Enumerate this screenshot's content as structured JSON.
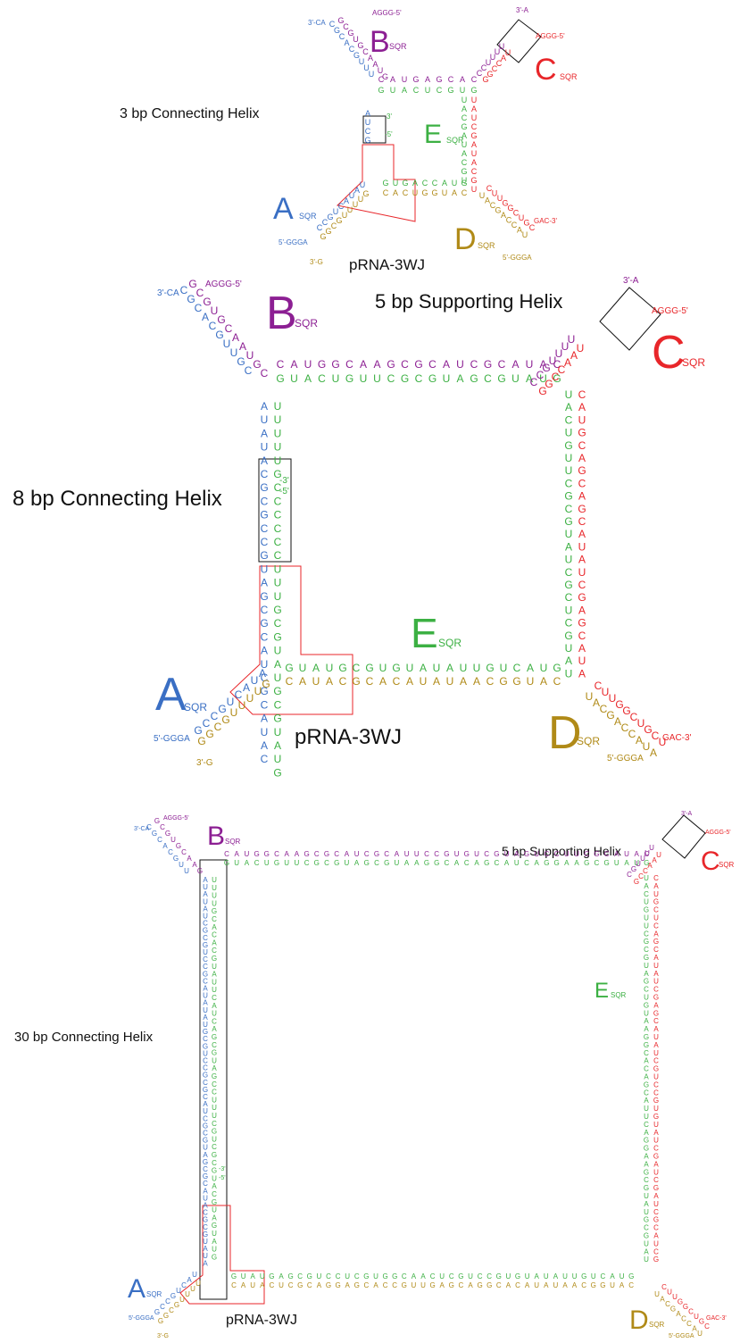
{
  "colors": {
    "A": "#3a6fc4",
    "B": "#8c1f93",
    "C": "#e8262a",
    "D": "#b08a17",
    "E": "#3cb043",
    "box_black": "#111111",
    "box_red": "#e8262a",
    "text": "#111111"
  },
  "panels": [
    {
      "title": "3 bp Connecting Helix",
      "pRNA": "pRNA-3WJ",
      "support": "",
      "labels": {
        "A": "A",
        "B": "B",
        "C": "C",
        "D": "D",
        "E": "E",
        "sub": "SQR"
      },
      "ends": {
        "A5": "5'-GGGA",
        "A3": "3'-G",
        "B5": "AGGG-5'",
        "B3": "3'-CA",
        "C5": "AGGG-5'",
        "C3": "3'-A",
        "D5": "5'-GGGA",
        "D3": "GAC-3'",
        "conn3": "3'",
        "conn5": "-5'"
      },
      "strands": {
        "top_B": "CAUGAGCAC",
        "top_E": "GUACUCGUG",
        "bot_E": "GUGACCAUG",
        "bot_D": "CACUGGUAC",
        "conn_L": "AUCG",
        "conn_R": "",
        "right_E": "UACGAUACGU",
        "right_C": "UAUCGAUACGU"
      }
    },
    {
      "title": "8 bp Connecting Helix",
      "pRNA": "pRNA-3WJ",
      "support": "5 bp Supporting Helix",
      "labels": {
        "A": "A",
        "B": "B",
        "C": "C",
        "D": "D",
        "E": "E",
        "sub": "SQR"
      },
      "ends": {
        "A5": "5'-GGGA",
        "A3": "3'-G",
        "B5": "AGGG-5'",
        "B3": "3'-CA",
        "C5": "AGGG-5'",
        "C3": "3'-A",
        "D5": "5'-GGGA",
        "D3": "GAC-3'",
        "conn3": "-3'",
        "conn5": "-5'"
      },
      "strands": {
        "top_B": "CAUGGCAAGCGCAUCGCAUAC",
        "top_E": "GUACUGUUCGCGUAGCGUAUG",
        "bot_E": "GUAUGCGUGUAUAUUGUCAUG",
        "bot_D": "CAUACGCACAUAUAACGGUAC",
        "conn_L": "AUAUACGCGCCGUAGCGCAUCGCAUAC",
        "conn_R": "UUUUUGCCCCCCUUUGCGUAUGCGUAUG",
        "right_E": "UACUGUUCGCGUAUCGCUCGUAU",
        "right_C": "CAUGCAGCAGCAUAUCGAGCAUA"
      }
    },
    {
      "title": "30 bp Connecting Helix",
      "pRNA": "pRNA-3WJ",
      "support": "5 bp Supporting Helix",
      "labels": {
        "A": "A",
        "B": "B",
        "C": "C",
        "D": "D",
        "E": "E",
        "sub": "SQR"
      },
      "ends": {
        "A5": "5'-GGGA",
        "A3": "3'-G",
        "B5": "AGGG-5'",
        "B3": "3'-CA",
        "C5": "AGGG-5'",
        "C3": "3'-A",
        "D5": "5'-GGGA",
        "D3": "GAC-3'",
        "conn3": "-3'",
        "conn5": "-5'"
      },
      "strands": {
        "top_B": "CAUGGCAAGCGCAUCGCAUUCCGUGUCGUAGUCCUUCGCAUAC",
        "top_E": "GUACUGUUCGCGUAGCGUAAGGCACAGCAUCAGGAAGCGUAUG",
        "bot_E": "GUAUGAGCGUCCUCGUGGCAACUCGUCCGUGUAUAUUGUCAUG",
        "bot_D": "CAUACUCGCAGGAGCACCGUUGAGCAGGCACAUAUAACGGUAC",
        "conn_L": "AUAUAUCGCGUCCGCAUAUAUGCGUCCGCGCAUCGCGUAGCGCAUACGCGUAUA",
        "conn_R": "UUUUGCACACGUAUUCAUCAGCGUAGCCUUUCGUCGCGUACGUAGUAUG",
        "right_E": "UACUGUUCGCGUAGCUGUAAGGCACAGCAUUCAGGAAGCGUAUGCGUAU",
        "right_C": "CAUGCUCAGCAUAUCGAGCAUAUCGUCCGUGUAUCGAUCGAUCGCAUCG"
      }
    }
  ]
}
